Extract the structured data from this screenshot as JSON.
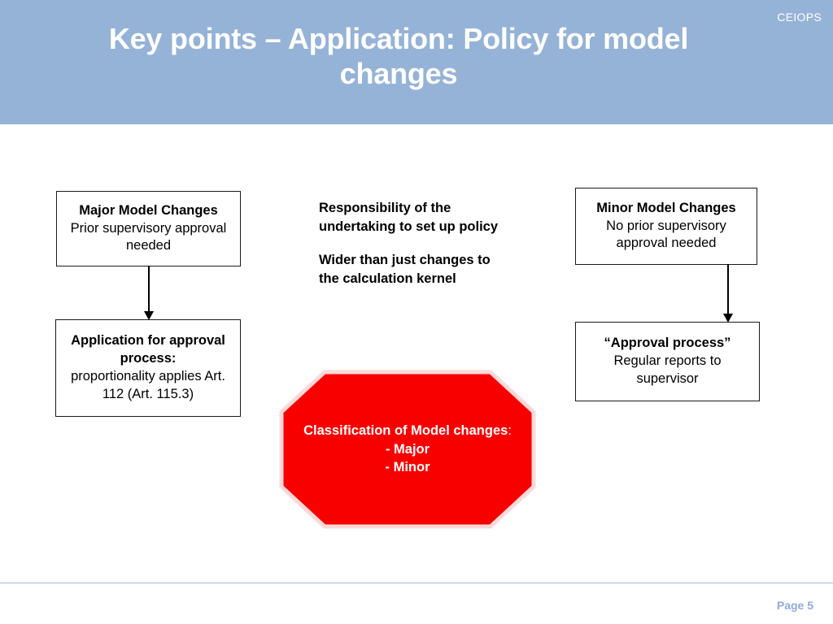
{
  "slide": {
    "brand": "CEIOPS",
    "title": "Key points – Application: Policy for model changes",
    "page_label": "Page 5",
    "colors": {
      "header_band": "#95b3d7",
      "title_text": "#ffffff",
      "octagon_fill": "#f90000",
      "octagon_stroke": "#fdd9d9",
      "box_border": "#1a1a1a",
      "footer_rule": "#a7bddf",
      "page_number": "#8faadc"
    }
  },
  "diagram": {
    "left_column": {
      "box_major": {
        "title": "Major Model Changes",
        "body": "Prior supervisory approval needed"
      },
      "box_application": {
        "title": "Application for approval process:",
        "body": "proportionality applies Art. 112 (Art. 115.3)"
      }
    },
    "center_column": {
      "paragraphs": [
        "Responsibility of the undertaking to set up policy",
        "Wider than just changes to the calculation kernel"
      ],
      "octagon": {
        "line1": "Classification of Model changes",
        "colon": ":",
        "line2": "- Major",
        "line3": "- Minor"
      }
    },
    "right_column": {
      "box_minor": {
        "title": "Minor Model Changes",
        "body": "No prior supervisory approval needed"
      },
      "box_approval": {
        "title": "“Approval process”",
        "body": "Regular reports to supervisor"
      }
    }
  }
}
